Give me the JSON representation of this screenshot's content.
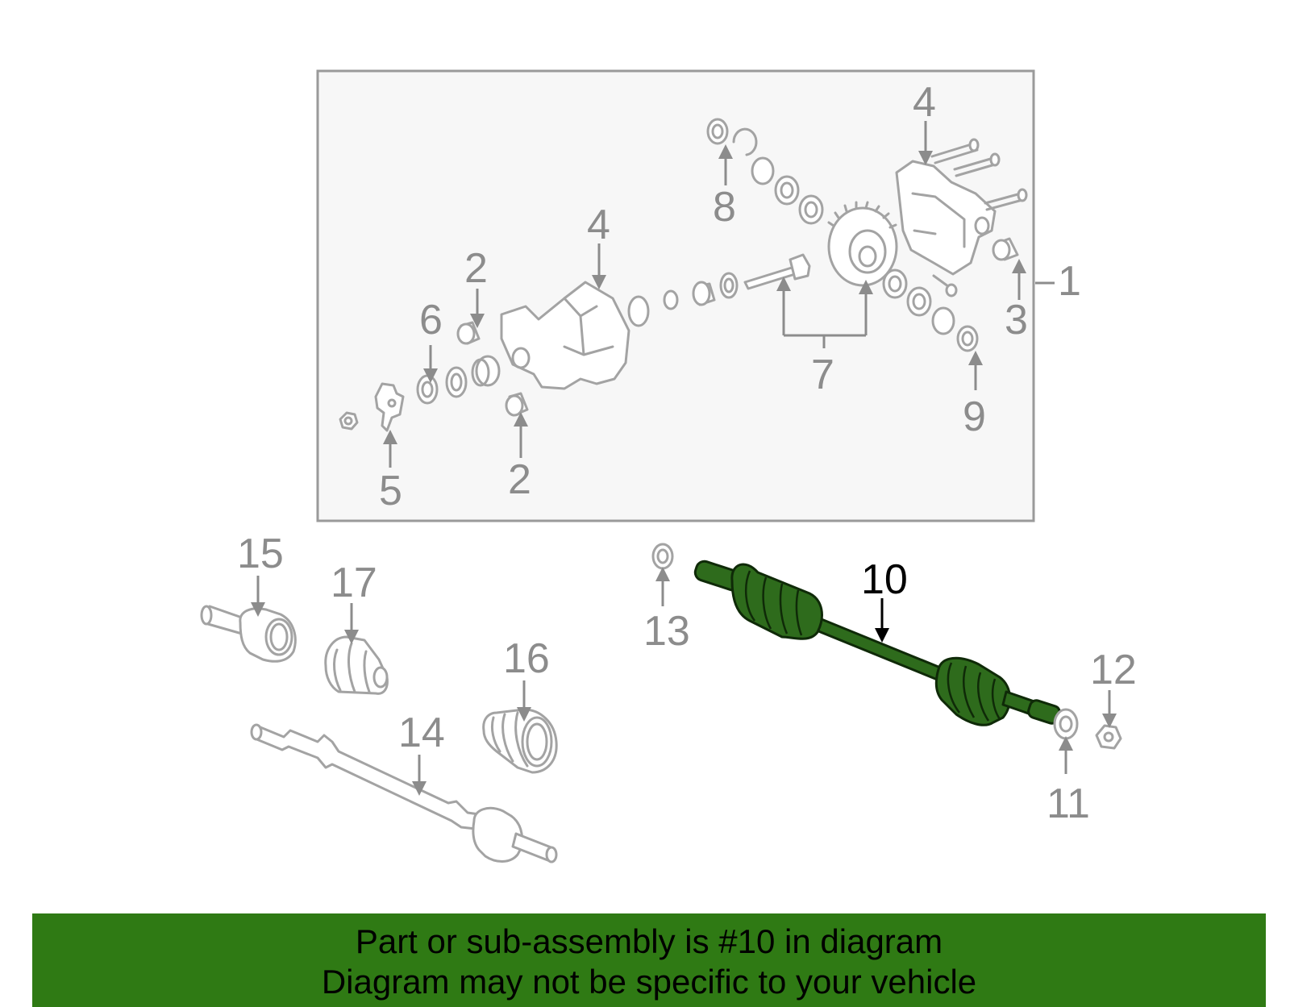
{
  "diagram": {
    "callouts": {
      "c1": "1",
      "c2a": "2",
      "c2b": "2",
      "c3": "3",
      "c4a": "4",
      "c4b": "4",
      "c5": "5",
      "c6": "6",
      "c7": "7",
      "c8": "8",
      "c9": "9",
      "c10": "10",
      "c11": "11",
      "c12": "12",
      "c13": "13",
      "c14": "14",
      "c15": "15",
      "c16": "16",
      "c17": "17"
    },
    "highlighted_part": "10",
    "colors": {
      "highlight": "#2e6b1c",
      "banner": "#2f7a14",
      "callout": "#8c8c8c",
      "inset_background": "#f7f7f7"
    }
  },
  "banner": {
    "line1": "Part or sub-assembly is #10 in diagram",
    "line2": "Diagram may not be specific to your vehicle"
  }
}
